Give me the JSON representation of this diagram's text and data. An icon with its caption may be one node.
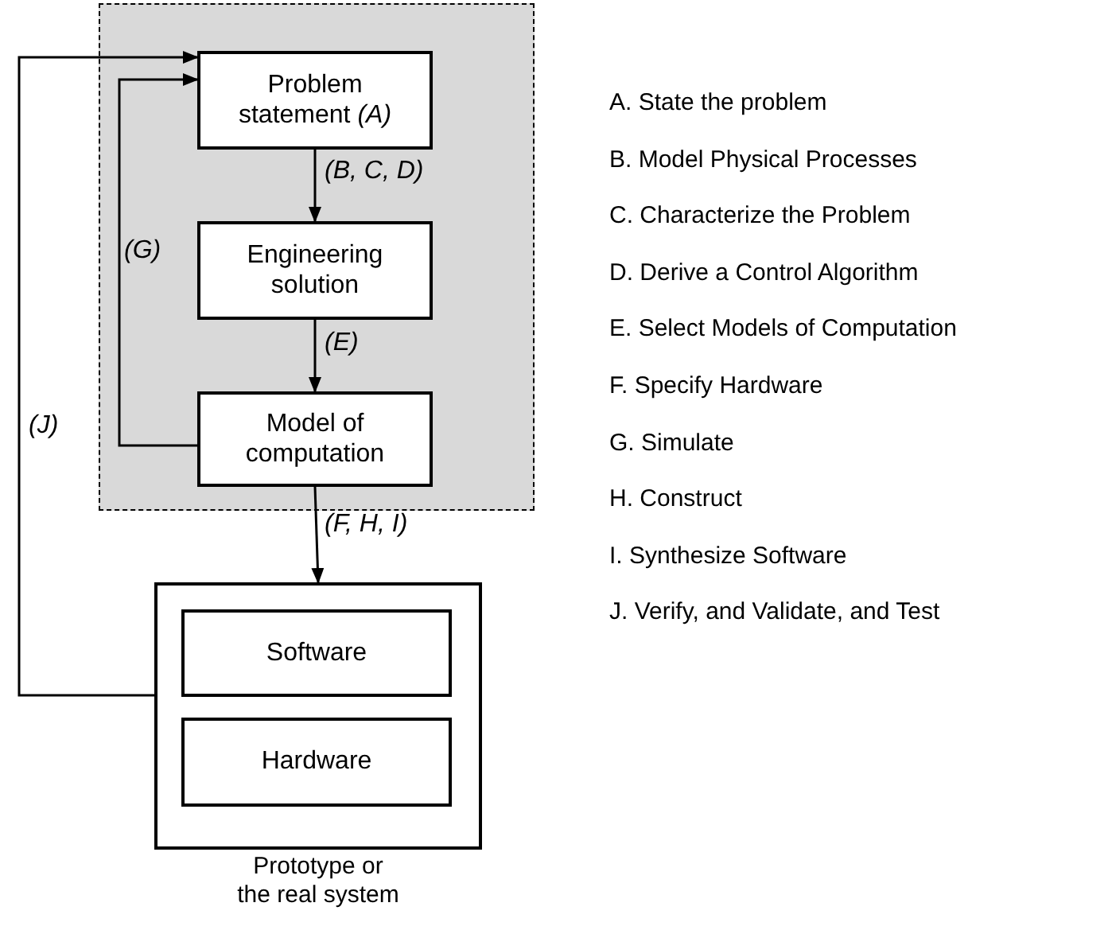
{
  "diagram": {
    "nodes": [
      {
        "text": [],
        "shape": "box"
      },
      {
        "text": [
          "Problem statement *(A)*"
        ],
        "in": 0
      },
      {
        "text": [
          "Engineering solution"
        ],
        "in": 0
      },
      {
        "text": [
          "Model of computation"
        ],
        "in": 0
      },
      {
        "text": [],
        "shape": "box",
        "beside": [
          "Prototype or the real system"
        ]
      },
      {
        "text": [
          "Software"
        ],
        "in": 4
      },
      {
        "text": [
          "Hardware"
        ],
        "in": 4
      }
    ],
    "edges": [
      {
        "from": 1,
        "to": 2,
        "arrow": "to",
        "label": "(B, C, D)"
      },
      {
        "from": 2,
        "to": 3,
        "arrow": "to",
        "label": "(E)"
      },
      {
        "from": 3,
        "to": 1,
        "arrow": "to",
        "label": "(G)"
      },
      {
        "from": 3,
        "to": 4,
        "arrow": "to",
        "label": "(F, H, I)"
      },
      {
        "from": 4,
        "to": 1,
        "arrow": "to",
        "label": "(J)"
      }
    ],
    "labels": [
      "A. State the problem",
      "B. Model Physical Processes",
      "C. Characterize the Problem",
      "D. Derive a Control Algorithm",
      "E. Select Models of Computation",
      "F. Specify Hardware",
      "G. Simulate",
      "H. Construct",
      "I. Synthesize Software",
      "J. Verify, and Validate, and Test"
    ]
  }
}
